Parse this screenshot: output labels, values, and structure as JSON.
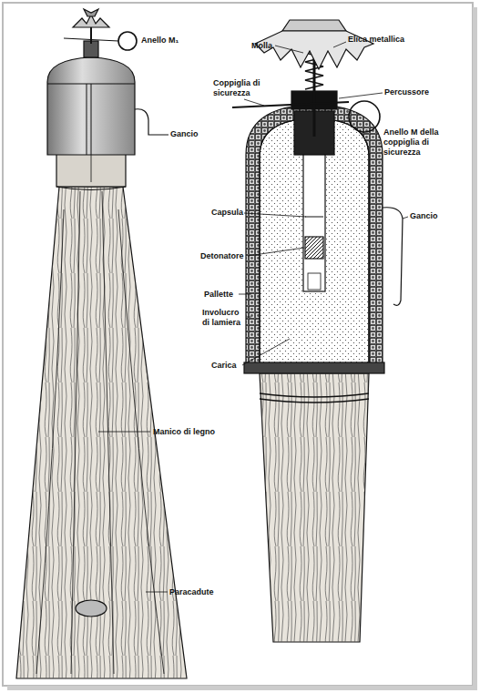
{
  "diagram": {
    "labels": [
      "Anello M₁",
      "Gancio",
      "Manico di legno",
      "Paracadute",
      "Molla",
      "Elica metallica",
      "Coppiglia di sicurezza",
      "Percussore",
      "Anello M della coppiglia di sicurezza",
      "Capsula",
      "Detonatore",
      "Pallette",
      "Involucro di lamiera",
      "Carica",
      "Gancio"
    ]
  }
}
